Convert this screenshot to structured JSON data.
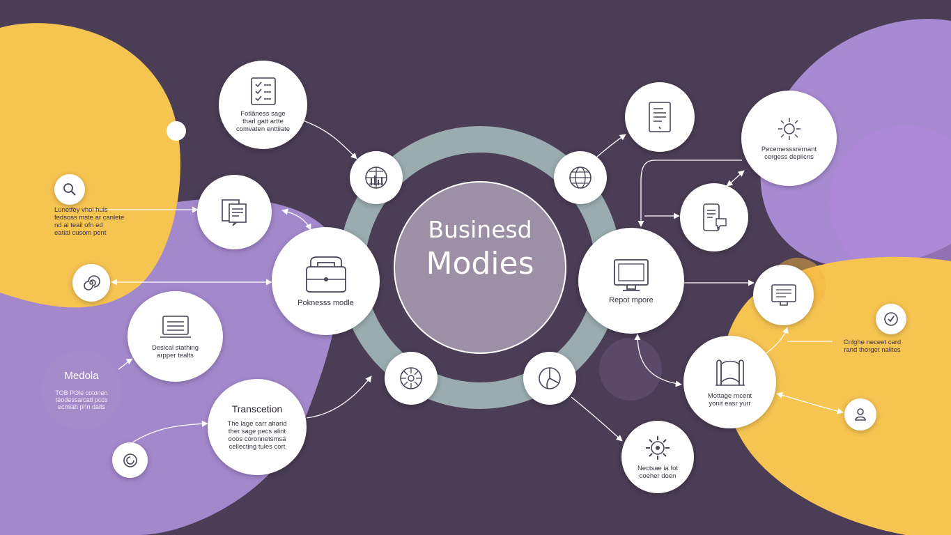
{
  "center": {
    "line1": "Businesd",
    "line2": "Modies"
  },
  "nodes": {
    "top_left": {
      "icon": "checklist-icon",
      "text": [
        "Fotlâness sage",
        "tharl gatt artte",
        "comvaten enttiiate"
      ]
    },
    "docs": {
      "icon": "documents-icon"
    },
    "business_model": {
      "icon": "briefcase-icon",
      "label": "Poknesss modle"
    },
    "desktop": {
      "icon": "monitor-icon",
      "text": [
        "Desical stathing",
        "arpper tealts"
      ]
    },
    "transaction": {
      "title": "Transcetion",
      "text": [
        "The lage carr aharid",
        "ther sage pecs alint",
        "ooos coronnetsmsa",
        "cellecting tules cort"
      ]
    },
    "ring_tl": {
      "icon": "globe-grid-icon"
    },
    "ring_tr": {
      "icon": "globe-icon"
    },
    "ring_bl": {
      "icon": "compass-icon"
    },
    "ring_br": {
      "icon": "pie-chart-icon"
    },
    "report_doc": {
      "icon": "report-icon"
    },
    "recommend": {
      "icon": "sun-icon",
      "text": [
        "Pecemesssrernant",
        "cergess deplicns"
      ]
    },
    "chat": {
      "icon": "phone-chat-icon"
    },
    "report": {
      "icon": "computer-icon",
      "label": "Repot mpore"
    },
    "small_monitor": {
      "icon": "monitor-small-icon"
    },
    "mortgage": {
      "icon": "building-icon",
      "text": [
        "Mottage rncent",
        "yonit easr yurr"
      ]
    },
    "settings": {
      "icon": "gear-icon",
      "text": [
        "Nectsae ia fot",
        "coeher doen"
      ]
    }
  },
  "small_icons": {
    "search": "search-icon",
    "spiral_left": "spiral-icon",
    "spiral_bottom": "spiral-icon",
    "check": "check-icon",
    "person": "person-icon"
  },
  "side_text": {
    "left_search": [
      "Lunetfey vhol huls",
      "fedsoss mste ar canlete",
      "nd al teail ofn ed",
      "eatial cusom pent"
    ],
    "right_check": [
      "Cnlghe neceet card",
      "rand thorget nalites"
    ]
  },
  "medola": {
    "title": "Medola",
    "text": [
      "TOB POle cotonen",
      "teodessarcatl pccs",
      "ecmiah phn daits"
    ]
  },
  "colors": {
    "background": "#4a3d55",
    "yellow": "#f6c451",
    "purple": "#a488cc",
    "ring": "#9aacb0",
    "center": "#9c8fa6"
  }
}
